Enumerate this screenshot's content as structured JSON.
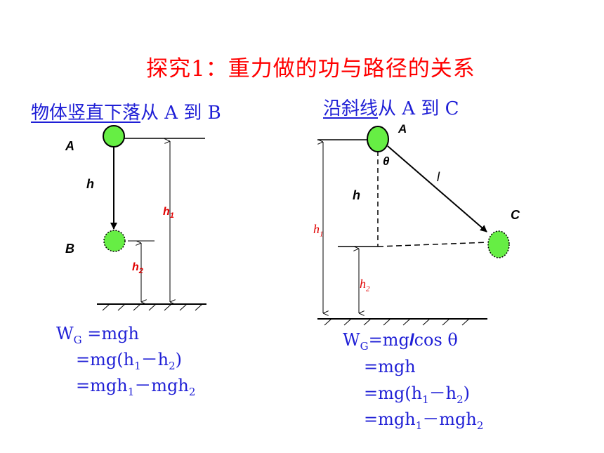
{
  "title": "探究1：重力做的功与路径的关系",
  "left": {
    "heading_underlined": "物体竖直下落",
    "heading_rest": "从 A 到 B",
    "label_a": "A",
    "label_b": "B",
    "label_h": "h",
    "label_h1": "h",
    "label_h1_sub": "1",
    "label_h2": "h",
    "label_h2_sub": "2",
    "eq1_w": "W",
    "eq1_sub": "G",
    "eq1_rest": " =mgh",
    "eq2_a": "=mg(h",
    "eq2_sub1": "1",
    "eq2_b": "－h",
    "eq2_sub2": "2",
    "eq2_c": ")",
    "eq3_a": "=mgh",
    "eq3_sub1": "1",
    "eq3_b": "－mgh",
    "eq3_sub2": "2"
  },
  "right": {
    "heading_underlined": "沿斜线",
    "heading_rest": "从 A 到 C",
    "label_a": "A",
    "label_c": "C",
    "label_theta": "θ",
    "label_l": "l",
    "label_h": "h",
    "label_h1": "h",
    "label_h1_sub": "1",
    "label_h2": "h",
    "label_h2_sub": "2",
    "eq1_w": "W",
    "eq1_sub": "G",
    "eq1_a": "=mg",
    "eq1_l": "l",
    "eq1_b": "cos θ",
    "eq2": "=mgh",
    "eq3_a": "=mg(h",
    "eq3_sub1": "1",
    "eq3_b": "－h",
    "eq3_sub2": "2",
    "eq3_c": ")",
    "eq4_a": "=mgh",
    "eq4_sub1": "1",
    "eq4_b": "－mgh",
    "eq4_sub2": "2"
  },
  "colors": {
    "ball_fill": "#66ee44",
    "title": "#ff0000",
    "text_blue": "#1f1fd6",
    "label_red": "#e00000"
  }
}
